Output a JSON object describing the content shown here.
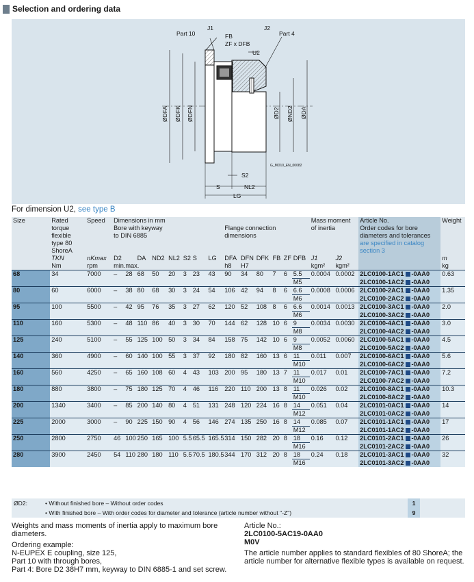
{
  "header": {
    "title": "Selection and ordering data"
  },
  "drawing": {
    "part10": "Part 10",
    "part4": "Part 4",
    "j1": "J1",
    "j2": "J2",
    "fb": "FB",
    "zf": "ZF x DFB",
    "u2": "U2",
    "dfa": "ØDFA",
    "dfk": "ØDFK",
    "dfn": "ØDFN",
    "d2": "ØD2",
    "nd2": "ØND2",
    "da": "ØDA",
    "s2": "S2",
    "s": "S",
    "nl2": "NL2",
    "lg": "LG",
    "code": "G_MD10_EN_00082"
  },
  "note": {
    "prefix": "For dimension U2, ",
    "link": "see type B"
  },
  "table": {
    "h_size": "Size",
    "h_rated": "Rated torque flexible type 80 ShoreA",
    "h_speed": "Speed",
    "h_dims": "Dimensions in mm",
    "h_bore": "Bore with keyway to DIN 6885",
    "h_flange": "Flange connection dimensions",
    "h_mass": "Mass moment of inertia",
    "h_article": "Article No.",
    "h_article_sub": "Order codes for bore diameters and tolerances",
    "h_article_link": "are specified in catalog section 3",
    "h_weight": "Weight",
    "s_tkn": "TKN",
    "s_nk": "nKmax",
    "s_d2": "D2",
    "s_da": "DA",
    "s_nd2": "ND2",
    "s_nl2": "NL2",
    "s_s2": "S2",
    "s_s": "S",
    "s_lg": "LG",
    "s_dfa": "DFA",
    "s_dfn": "DFN",
    "s_dfk": "DFK",
    "s_fb": "FB",
    "s_zf": "ZF",
    "s_dfb": "DFB",
    "s_j1": "J1",
    "s_j2": "J2",
    "s_m": "m",
    "u_nm": "Nm",
    "u_rpm": "rpm",
    "u_min": "min.",
    "u_max": "max.",
    "u_h8": "h8",
    "u_h7": "H7",
    "u_kgm1": "kgm²",
    "u_kgm2": "kgm²",
    "u_kg": "kg",
    "rows": [
      {
        "size": "68",
        "tkn": "34",
        "nk": "7000",
        "d2min": "–",
        "d2max": "28",
        "da": "68",
        "nd2": "50",
        "nl2": "20",
        "s2": "3",
        "s": "23",
        "lg": "43",
        "dfa": "90",
        "dfn": "34",
        "dfk": "80",
        "fb": "7",
        "zf": "6",
        "dfb": "5.5",
        "m": "M5",
        "j1": "0.0004",
        "j2": "0.0002",
        "a1": "2LC0100-1AC1",
        "a2": "2LC0100-1AC2",
        "sfx": "-0AA0",
        "w": "0.63"
      },
      {
        "size": "80",
        "tkn": "60",
        "nk": "6000",
        "d2min": "–",
        "d2max": "38",
        "da": "80",
        "nd2": "68",
        "nl2": "30",
        "s2": "3",
        "s": "24",
        "lg": "54",
        "dfa": "106",
        "dfn": "42",
        "dfk": "94",
        "fb": "8",
        "zf": "6",
        "dfb": "6.6",
        "m": "M6",
        "j1": "0.0008",
        "j2": "0.0006",
        "a1": "2LC0100-2AC1",
        "a2": "2LC0100-2AC2",
        "sfx": "-0AA0",
        "w": "1.35"
      },
      {
        "size": "95",
        "tkn": "100",
        "nk": "5500",
        "d2min": "–",
        "d2max": "42",
        "da": "95",
        "nd2": "76",
        "nl2": "35",
        "s2": "3",
        "s": "27",
        "lg": "62",
        "dfa": "120",
        "dfn": "52",
        "dfk": "108",
        "fb": "8",
        "zf": "6",
        "dfb": "6.6",
        "m": "M6",
        "j1": "0.0014",
        "j2": "0.0013",
        "a1": "2LC0100-3AC1",
        "a2": "2LC0100-3AC2",
        "sfx": "-0AA0",
        "w": "2.0"
      },
      {
        "size": "110",
        "tkn": "160",
        "nk": "5300",
        "d2min": "–",
        "d2max": "48",
        "da": "110",
        "nd2": "86",
        "nl2": "40",
        "s2": "3",
        "s": "30",
        "lg": "70",
        "dfa": "144",
        "dfn": "62",
        "dfk": "128",
        "fb": "10",
        "zf": "6",
        "dfb": "9",
        "m": "M8",
        "j1": "0.0034",
        "j2": "0.0030",
        "a1": "2LC0100-4AC1",
        "a2": "2LC0100-4AC2",
        "sfx": "-0AA0",
        "w": "3.0"
      },
      {
        "size": "125",
        "tkn": "240",
        "nk": "5100",
        "d2min": "–",
        "d2max": "55",
        "da": "125",
        "nd2": "100",
        "nl2": "50",
        "s2": "3",
        "s": "34",
        "lg": "84",
        "dfa": "158",
        "dfn": "75",
        "dfk": "142",
        "fb": "10",
        "zf": "6",
        "dfb": "9",
        "m": "M8",
        "j1": "0.0052",
        "j2": "0.0060",
        "a1": "2LC0100-5AC1",
        "a2": "2LC0100-5AC2",
        "sfx": "-0AA0",
        "w": "4.5"
      },
      {
        "size": "140",
        "tkn": "360",
        "nk": "4900",
        "d2min": "–",
        "d2max": "60",
        "da": "140",
        "nd2": "100",
        "nl2": "55",
        "s2": "3",
        "s": "37",
        "lg": "92",
        "dfa": "180",
        "dfn": "82",
        "dfk": "160",
        "fb": "13",
        "zf": "6",
        "dfb": "11",
        "m": "M10",
        "j1": "0.011",
        "j2": "0.007",
        "a1": "2LC0100-6AC1",
        "a2": "2LC0100-6AC2",
        "sfx": "-0AA0",
        "w": "5.6"
      },
      {
        "size": "160",
        "tkn": "560",
        "nk": "4250",
        "d2min": "–",
        "d2max": "65",
        "da": "160",
        "nd2": "108",
        "nl2": "60",
        "s2": "4",
        "s": "43",
        "lg": "103",
        "dfa": "200",
        "dfn": "95",
        "dfk": "180",
        "fb": "13",
        "zf": "7",
        "dfb": "11",
        "m": "M10",
        "j1": "0.017",
        "j2": "0.01",
        "a1": "2LC0100-7AC1",
        "a2": "2LC0100-7AC2",
        "sfx": "-0AA0",
        "w": "7.2"
      },
      {
        "size": "180",
        "tkn": "880",
        "nk": "3800",
        "d2min": "–",
        "d2max": "75",
        "da": "180",
        "nd2": "125",
        "nl2": "70",
        "s2": "4",
        "s": "46",
        "lg": "116",
        "dfa": "220",
        "dfn": "110",
        "dfk": "200",
        "fb": "13",
        "zf": "8",
        "dfb": "11",
        "m": "M10",
        "j1": "0.026",
        "j2": "0.02",
        "a1": "2LC0100-8AC1",
        "a2": "2LC0100-8AC2",
        "sfx": "-0AA0",
        "w": "10.3"
      },
      {
        "size": "200",
        "tkn": "1340",
        "nk": "3400",
        "d2min": "–",
        "d2max": "85",
        "da": "200",
        "nd2": "140",
        "nl2": "80",
        "s2": "4",
        "s": "51",
        "lg": "131",
        "dfa": "248",
        "dfn": "120",
        "dfk": "224",
        "fb": "16",
        "zf": "8",
        "dfb": "14",
        "m": "M12",
        "j1": "0.051",
        "j2": "0.04",
        "a1": "2LC0101-0AC1",
        "a2": "2LC0101-0AC2",
        "sfx": "-0AA0",
        "w": "14"
      },
      {
        "size": "225",
        "tkn": "2000",
        "nk": "3000",
        "d2min": "–",
        "d2max": "90",
        "da": "225",
        "nd2": "150",
        "nl2": "90",
        "s2": "4",
        "s": "56",
        "lg": "146",
        "dfa": "274",
        "dfn": "135",
        "dfk": "250",
        "fb": "16",
        "zf": "8",
        "dfb": "14",
        "m": "M12",
        "j1": "0.085",
        "j2": "0.07",
        "a1": "2LC0101-1AC1",
        "a2": "2LC0101-1AC2",
        "sfx": "-0AA0",
        "w": "17"
      },
      {
        "size": "250",
        "tkn": "2800",
        "nk": "2750",
        "d2min": "46",
        "d2max": "100",
        "da": "250",
        "nd2": "165",
        "nl2": "100",
        "s2": "5.5",
        "s": "65.5",
        "lg": "165.5",
        "dfa": "314",
        "dfn": "150",
        "dfk": "282",
        "fb": "20",
        "zf": "8",
        "dfb": "18",
        "m": "M16",
        "j1": "0.16",
        "j2": "0.12",
        "a1": "2LC0101-2AC1",
        "a2": "2LC0101-2AC2",
        "sfx": "-0AA0",
        "w": "26"
      },
      {
        "size": "280",
        "tkn": "3900",
        "nk": "2450",
        "d2min": "54",
        "d2max": "110",
        "da": "280",
        "nd2": "180",
        "nl2": "110",
        "s2": "5.5",
        "s": "70.5",
        "lg": "180.5",
        "dfa": "344",
        "dfn": "170",
        "dfk": "312",
        "fb": "20",
        "zf": "8",
        "dfb": "18",
        "m": "M16",
        "j1": "0.24",
        "j2": "0.18",
        "a1": "2LC0101-3AC1",
        "a2": "2LC0101-3AC2",
        "sfx": "-0AA0",
        "w": "32"
      }
    ]
  },
  "order_codes": {
    "label": "ØD2:",
    "r1_text": "• Without finished bore – Without order codes",
    "r1_code": "1",
    "r2_text": "• With finished bore – With order codes for diameter and tolerance (article number without \"-Z\")",
    "r2_code": "9"
  },
  "footer": {
    "weights": "Weights and mass moments of inertia apply to maximum bore diameters.",
    "ex_title": "Ordering example:",
    "ex1": "N-EUPEX E coupling, size 125,",
    "ex2": "Part 10 with through bores,",
    "ex3": "Part 4: Bore D2 38H7 mm, keyway to DIN 6885-1 and set screw.",
    "art_label": "Article No.:",
    "art_no": "2LC0100-5AC19-0AA0",
    "art_code": "M0V",
    "art_note": "The article number applies to standard flexibles of 80 ShoreA; the article number for alternative flexible types is available on request."
  }
}
